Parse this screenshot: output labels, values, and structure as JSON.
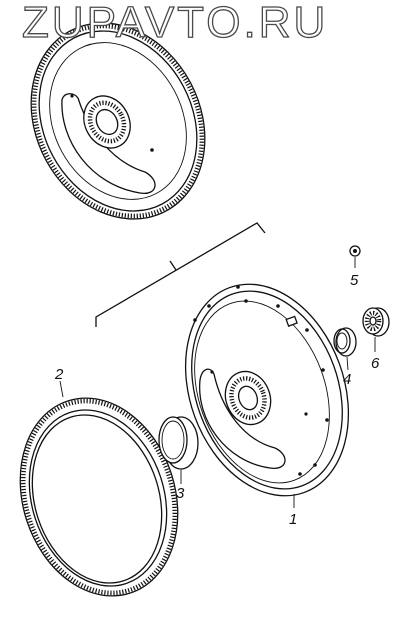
{
  "watermark": "ZUPAVTO.RU",
  "callouts": [
    "1",
    "2",
    "3",
    "4",
    "5",
    "6"
  ]
}
